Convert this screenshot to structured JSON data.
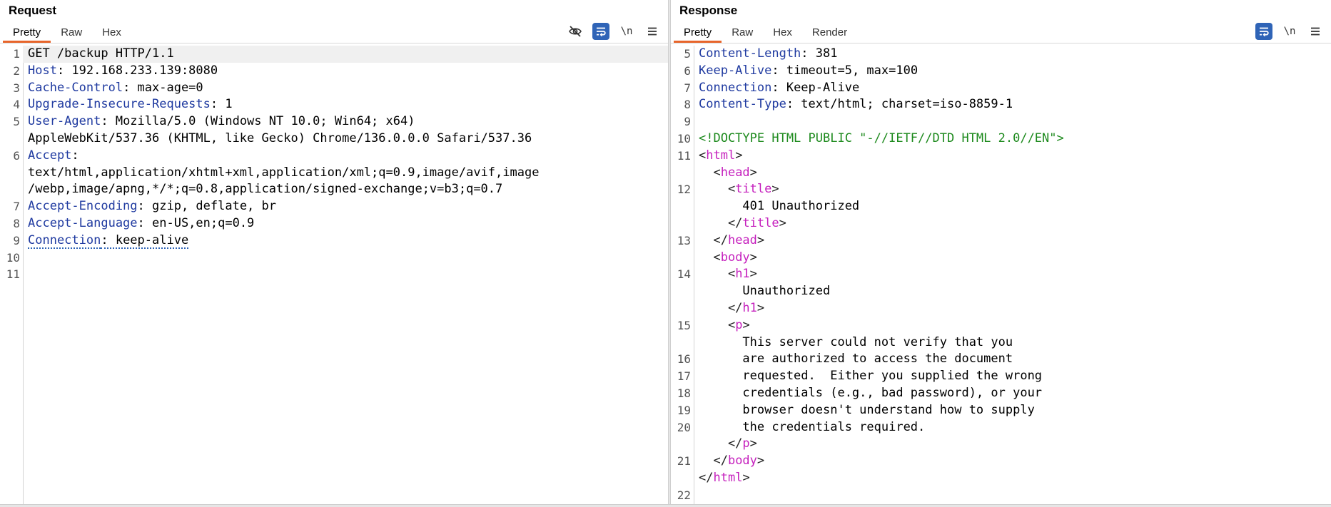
{
  "request": {
    "title": "Request",
    "tabs": [
      "Pretty",
      "Raw",
      "Hex"
    ],
    "toolbar": {
      "wrap_label": "\\n"
    },
    "lines": [
      {
        "n": "1",
        "parts": [
          {
            "t": "GET /backup HTTP/1.1",
            "c": ""
          }
        ]
      },
      {
        "n": "2",
        "parts": [
          {
            "t": "Host",
            "c": "hn"
          },
          {
            "t": ": 192.168.233.139:8080",
            "c": ""
          }
        ]
      },
      {
        "n": "3",
        "parts": [
          {
            "t": "Cache-Control",
            "c": "hn"
          },
          {
            "t": ": max-age=0",
            "c": ""
          }
        ]
      },
      {
        "n": "4",
        "parts": [
          {
            "t": "Upgrade-Insecure-Requests",
            "c": "hn"
          },
          {
            "t": ": 1",
            "c": ""
          }
        ]
      },
      {
        "n": "5",
        "parts": [
          {
            "t": "User-Agent",
            "c": "hn"
          },
          {
            "t": ": Mozilla/5.0 (Windows NT 10.0; Win64; x64)",
            "c": ""
          }
        ]
      },
      {
        "n": "",
        "parts": [
          {
            "t": "AppleWebKit/537.36 (KHTML, like Gecko) Chrome/136.0.0.0 Safari/537.36",
            "c": ""
          }
        ]
      },
      {
        "n": "6",
        "parts": [
          {
            "t": "Accept",
            "c": "hn"
          },
          {
            "t": ":",
            "c": ""
          }
        ]
      },
      {
        "n": "",
        "parts": [
          {
            "t": "text/html,application/xhtml+xml,application/xml;q=0.9,image/avif,image",
            "c": ""
          }
        ]
      },
      {
        "n": "",
        "parts": [
          {
            "t": "/webp,image/apng,*/*;q=0.8,application/signed-exchange;v=b3;q=0.7",
            "c": ""
          }
        ]
      },
      {
        "n": "7",
        "parts": [
          {
            "t": "Accept-Encoding",
            "c": "hn"
          },
          {
            "t": ": gzip, deflate, br",
            "c": ""
          }
        ]
      },
      {
        "n": "8",
        "parts": [
          {
            "t": "Accept-Language",
            "c": "hn"
          },
          {
            "t": ": en-US,en;q=0.9",
            "c": ""
          }
        ]
      },
      {
        "n": "9",
        "parts": [
          {
            "t": "Connection",
            "c": "hn dotted"
          },
          {
            "t": ": keep-alive",
            "c": "dotted"
          }
        ]
      },
      {
        "n": "10",
        "parts": []
      },
      {
        "n": "11",
        "parts": []
      }
    ]
  },
  "response": {
    "title": "Response",
    "tabs": [
      "Pretty",
      "Raw",
      "Hex",
      "Render"
    ],
    "toolbar": {
      "wrap_label": "\\n"
    },
    "lines": [
      {
        "n": "5",
        "parts": [
          {
            "t": "Content-Length",
            "c": "hn"
          },
          {
            "t": ": 381",
            "c": ""
          }
        ]
      },
      {
        "n": "6",
        "parts": [
          {
            "t": "Keep-Alive",
            "c": "hn"
          },
          {
            "t": ": timeout=5, max=100",
            "c": ""
          }
        ]
      },
      {
        "n": "7",
        "parts": [
          {
            "t": "Connection",
            "c": "hn"
          },
          {
            "t": ": Keep-Alive",
            "c": ""
          }
        ]
      },
      {
        "n": "8",
        "parts": [
          {
            "t": "Content-Type",
            "c": "hn"
          },
          {
            "t": ": text/html; charset=iso-8859-1",
            "c": ""
          }
        ]
      },
      {
        "n": "9",
        "parts": []
      },
      {
        "n": "10",
        "parts": [
          {
            "t": "<!DOCTYPE HTML PUBLIC \"-//IETF//DTD HTML 2.0//EN\">",
            "c": "dt"
          }
        ]
      },
      {
        "n": "11",
        "parts": [
          {
            "t": "<",
            "c": "br"
          },
          {
            "t": "html",
            "c": "tag"
          },
          {
            "t": ">",
            "c": "br"
          }
        ]
      },
      {
        "n": "",
        "parts": [
          {
            "t": "  <",
            "c": "br"
          },
          {
            "t": "head",
            "c": "tag"
          },
          {
            "t": ">",
            "c": "br"
          }
        ]
      },
      {
        "n": "12",
        "parts": [
          {
            "t": "    <",
            "c": "br"
          },
          {
            "t": "title",
            "c": "tag"
          },
          {
            "t": ">",
            "c": "br"
          }
        ]
      },
      {
        "n": "",
        "parts": [
          {
            "t": "      401 Unauthorized",
            "c": ""
          }
        ]
      },
      {
        "n": "",
        "parts": [
          {
            "t": "    </",
            "c": "br"
          },
          {
            "t": "title",
            "c": "tag"
          },
          {
            "t": ">",
            "c": "br"
          }
        ]
      },
      {
        "n": "13",
        "parts": [
          {
            "t": "  </",
            "c": "br"
          },
          {
            "t": "head",
            "c": "tag"
          },
          {
            "t": ">",
            "c": "br"
          }
        ]
      },
      {
        "n": "",
        "parts": [
          {
            "t": "  <",
            "c": "br"
          },
          {
            "t": "body",
            "c": "tag"
          },
          {
            "t": ">",
            "c": "br"
          }
        ]
      },
      {
        "n": "14",
        "parts": [
          {
            "t": "    <",
            "c": "br"
          },
          {
            "t": "h1",
            "c": "tag"
          },
          {
            "t": ">",
            "c": "br"
          }
        ]
      },
      {
        "n": "",
        "parts": [
          {
            "t": "      Unauthorized",
            "c": ""
          }
        ]
      },
      {
        "n": "",
        "parts": [
          {
            "t": "    </",
            "c": "br"
          },
          {
            "t": "h1",
            "c": "tag"
          },
          {
            "t": ">",
            "c": "br"
          }
        ]
      },
      {
        "n": "15",
        "parts": [
          {
            "t": "    <",
            "c": "br"
          },
          {
            "t": "p",
            "c": "tag"
          },
          {
            "t": ">",
            "c": "br"
          }
        ]
      },
      {
        "n": "",
        "parts": [
          {
            "t": "      This server could not verify that you",
            "c": ""
          }
        ]
      },
      {
        "n": "16",
        "parts": [
          {
            "t": "      are authorized to access the document",
            "c": ""
          }
        ]
      },
      {
        "n": "17",
        "parts": [
          {
            "t": "      requested.  Either you supplied the wrong",
            "c": ""
          }
        ]
      },
      {
        "n": "18",
        "parts": [
          {
            "t": "      credentials (e.g., bad password), or your",
            "c": ""
          }
        ]
      },
      {
        "n": "19",
        "parts": [
          {
            "t": "      browser doesn't understand how to supply",
            "c": ""
          }
        ]
      },
      {
        "n": "20",
        "parts": [
          {
            "t": "      the credentials required.",
            "c": ""
          }
        ]
      },
      {
        "n": "",
        "parts": [
          {
            "t": "    </",
            "c": "br"
          },
          {
            "t": "p",
            "c": "tag"
          },
          {
            "t": ">",
            "c": "br"
          }
        ]
      },
      {
        "n": "21",
        "parts": [
          {
            "t": "  </",
            "c": "br"
          },
          {
            "t": "body",
            "c": "tag"
          },
          {
            "t": ">",
            "c": "br"
          }
        ]
      },
      {
        "n": "",
        "parts": [
          {
            "t": "</",
            "c": "br"
          },
          {
            "t": "html",
            "c": "tag"
          },
          {
            "t": ">",
            "c": "br"
          }
        ]
      },
      {
        "n": "22",
        "parts": []
      }
    ]
  }
}
